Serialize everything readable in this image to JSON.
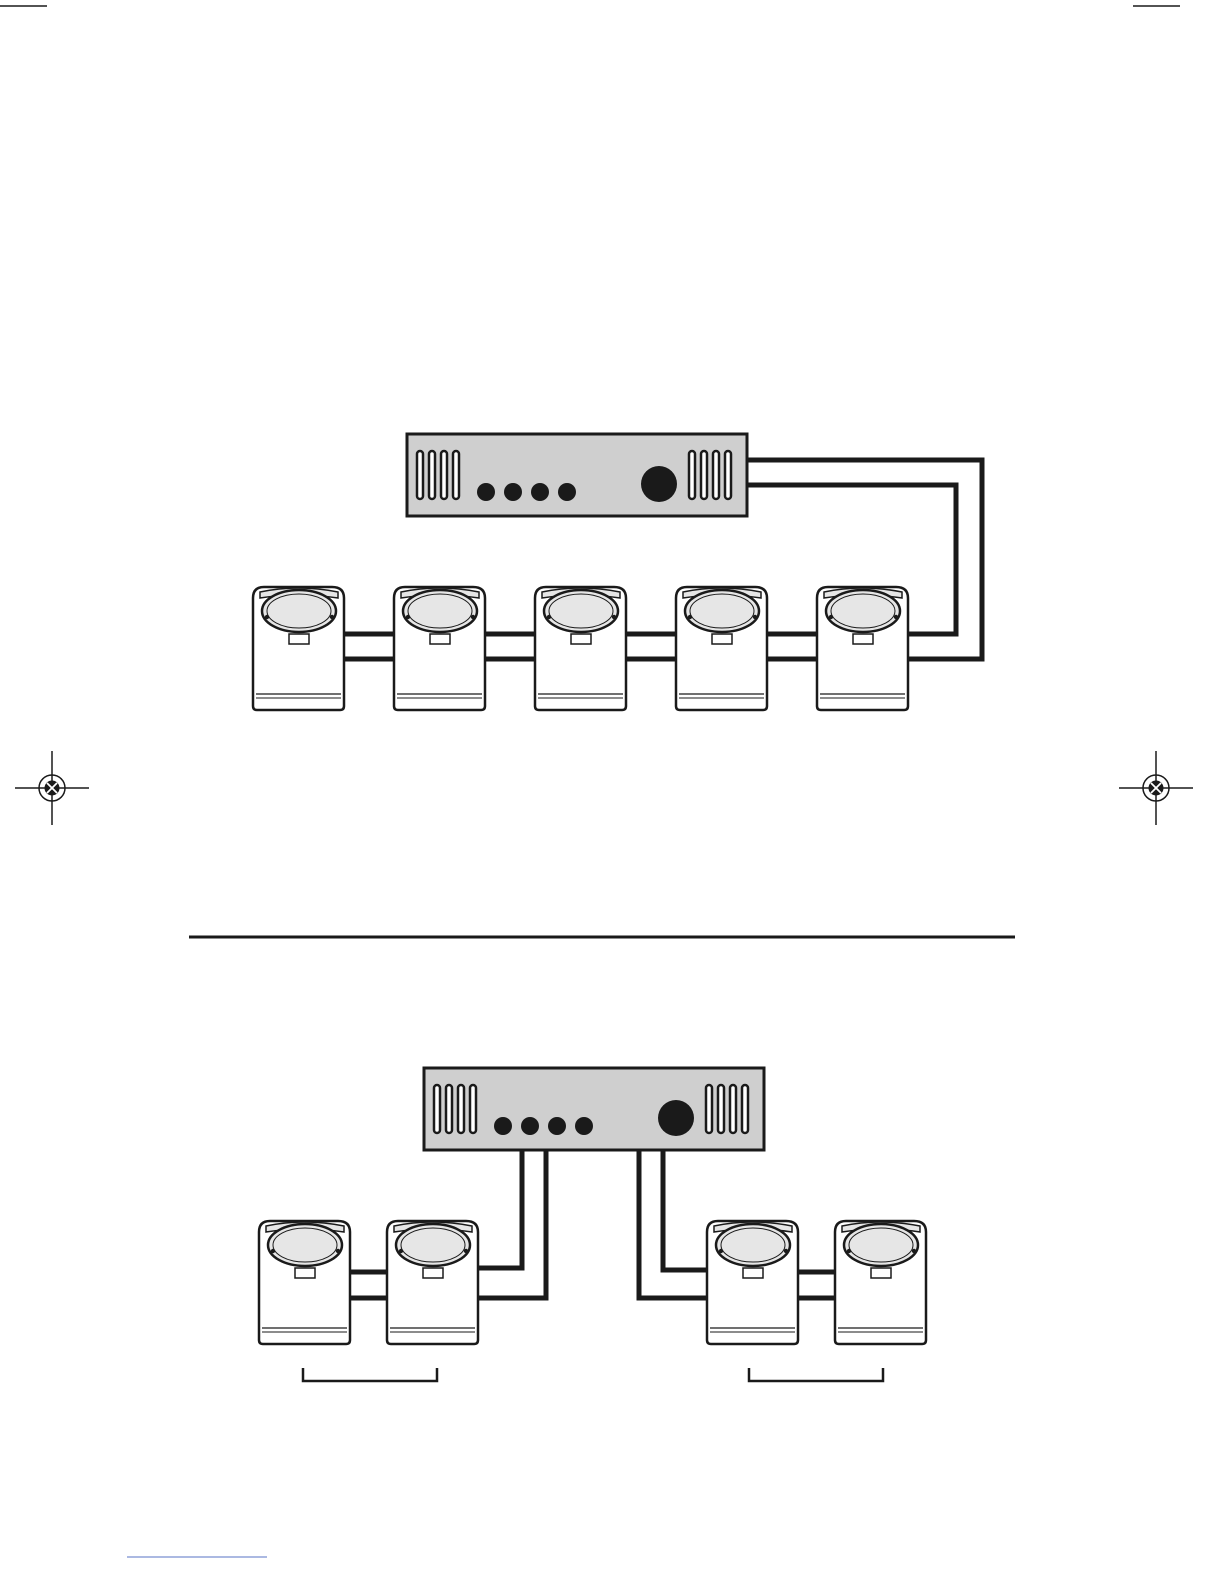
{
  "colors": {
    "ink": "#1a1a1a",
    "amp_body": "#cfcfcf",
    "speaker_body": "#ffffff",
    "speaker_top": "#e6e6e6",
    "bottom_rule": "#8fa2d8"
  },
  "icons": {
    "crop_marks": "crop-mark-icon",
    "registration": "registration-target-icon",
    "amplifier": "amplifier-icon",
    "speaker": "speaker-cabinet-icon"
  },
  "figures": [
    {
      "id": "series-wiring",
      "amplifier_count": 1,
      "speaker_count": 5
    },
    {
      "id": "split-wiring",
      "amplifier_count": 1,
      "speaker_count": 4
    }
  ]
}
